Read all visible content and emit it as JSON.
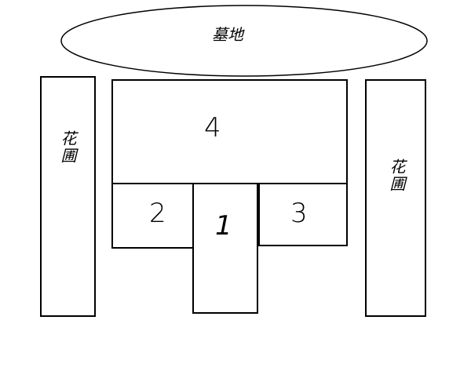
{
  "cemetery": {
    "label": "墓地"
  },
  "left_flowerbed": {
    "label": "花圃"
  },
  "right_flowerbed": {
    "label": "花圃"
  },
  "plots": {
    "p1": "1",
    "p2": "2",
    "p3": "3",
    "p4": "4"
  }
}
